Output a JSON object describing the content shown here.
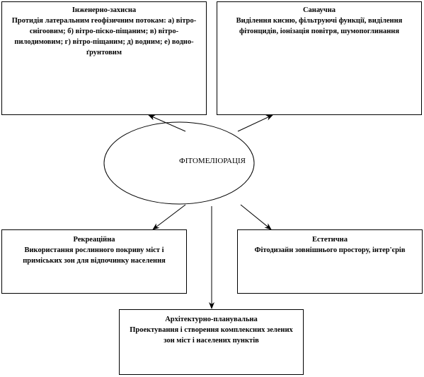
{
  "diagram": {
    "center": "ФІТОМЕЛІОРАЦІЯ",
    "boxes": {
      "engineering": {
        "title": "Інженерно-захисна",
        "body": "Протидія латеральним геофізичним потокам: а) вітро-снігоовим; б) вітро-піско-піщаним; в) вітро-пилодимовим; г) вітро-піщаним; д) водним; е) водно-ґрунтовим"
      },
      "sanitary": {
        "title": "Санаучна",
        "body": "Виділення кисню, фільтруючі функції, виділення фітонцидів, іонізація повітря, шумопоглинання"
      },
      "recreational": {
        "title": "Рекреаційна",
        "body": "Використання рослинного покриву міст і приміських зон для відпочинку населення"
      },
      "aesthetic": {
        "title": "Естетична",
        "body": "Фітодизайн зовнішнього простору, інтер'єрів"
      },
      "architectural": {
        "title": "Архітектурно-планувальна",
        "body": "Проектування і створення комплексних зелених зон міст і населених пунктів"
      }
    }
  }
}
